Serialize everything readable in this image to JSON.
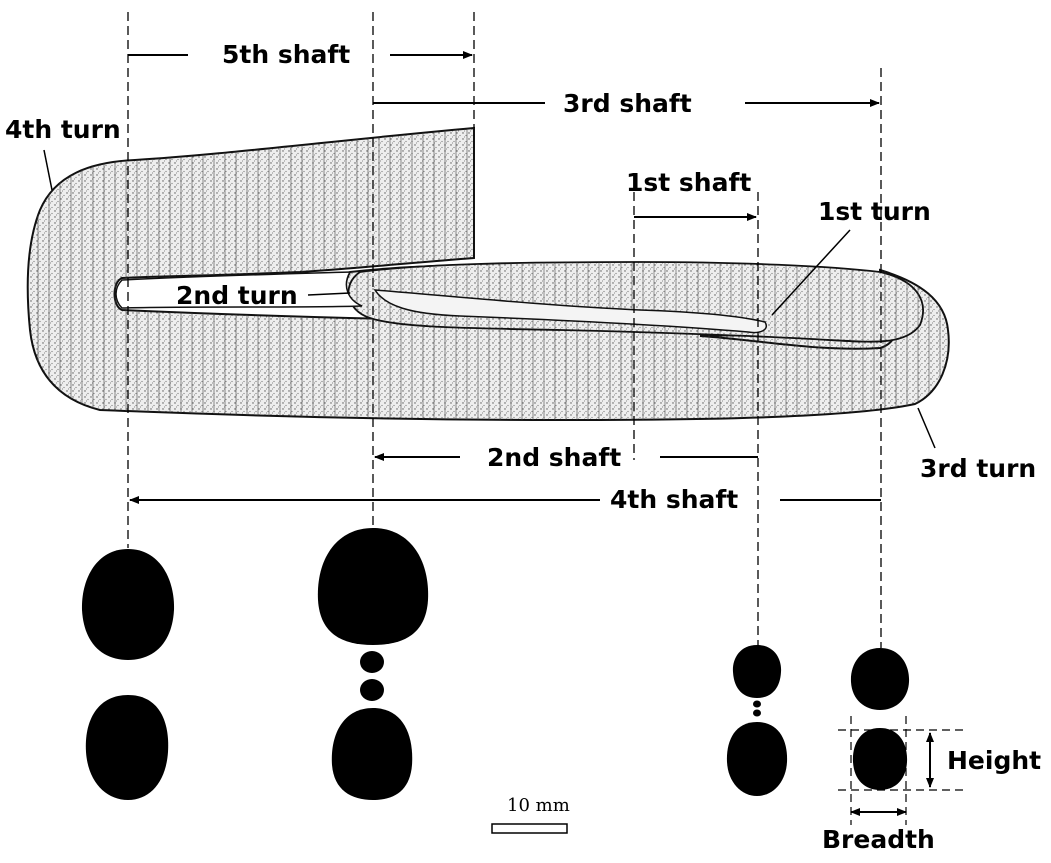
{
  "figure": {
    "labels": {
      "shaft5": "5th shaft",
      "shaft3": "3rd shaft",
      "shaft1": "1st shaft",
      "shaft2": "2nd shaft",
      "shaft4": "4th shaft",
      "turn4": "4th turn",
      "turn2": "2nd turn",
      "turn1": "1st turn",
      "turn3": "3rd turn",
      "height": "Height",
      "breadth": "Breadth",
      "scale": "10 mm"
    },
    "colors": {
      "ink": "#000000",
      "shell_fill": "#e9e9e9",
      "background": "#ffffff"
    }
  }
}
